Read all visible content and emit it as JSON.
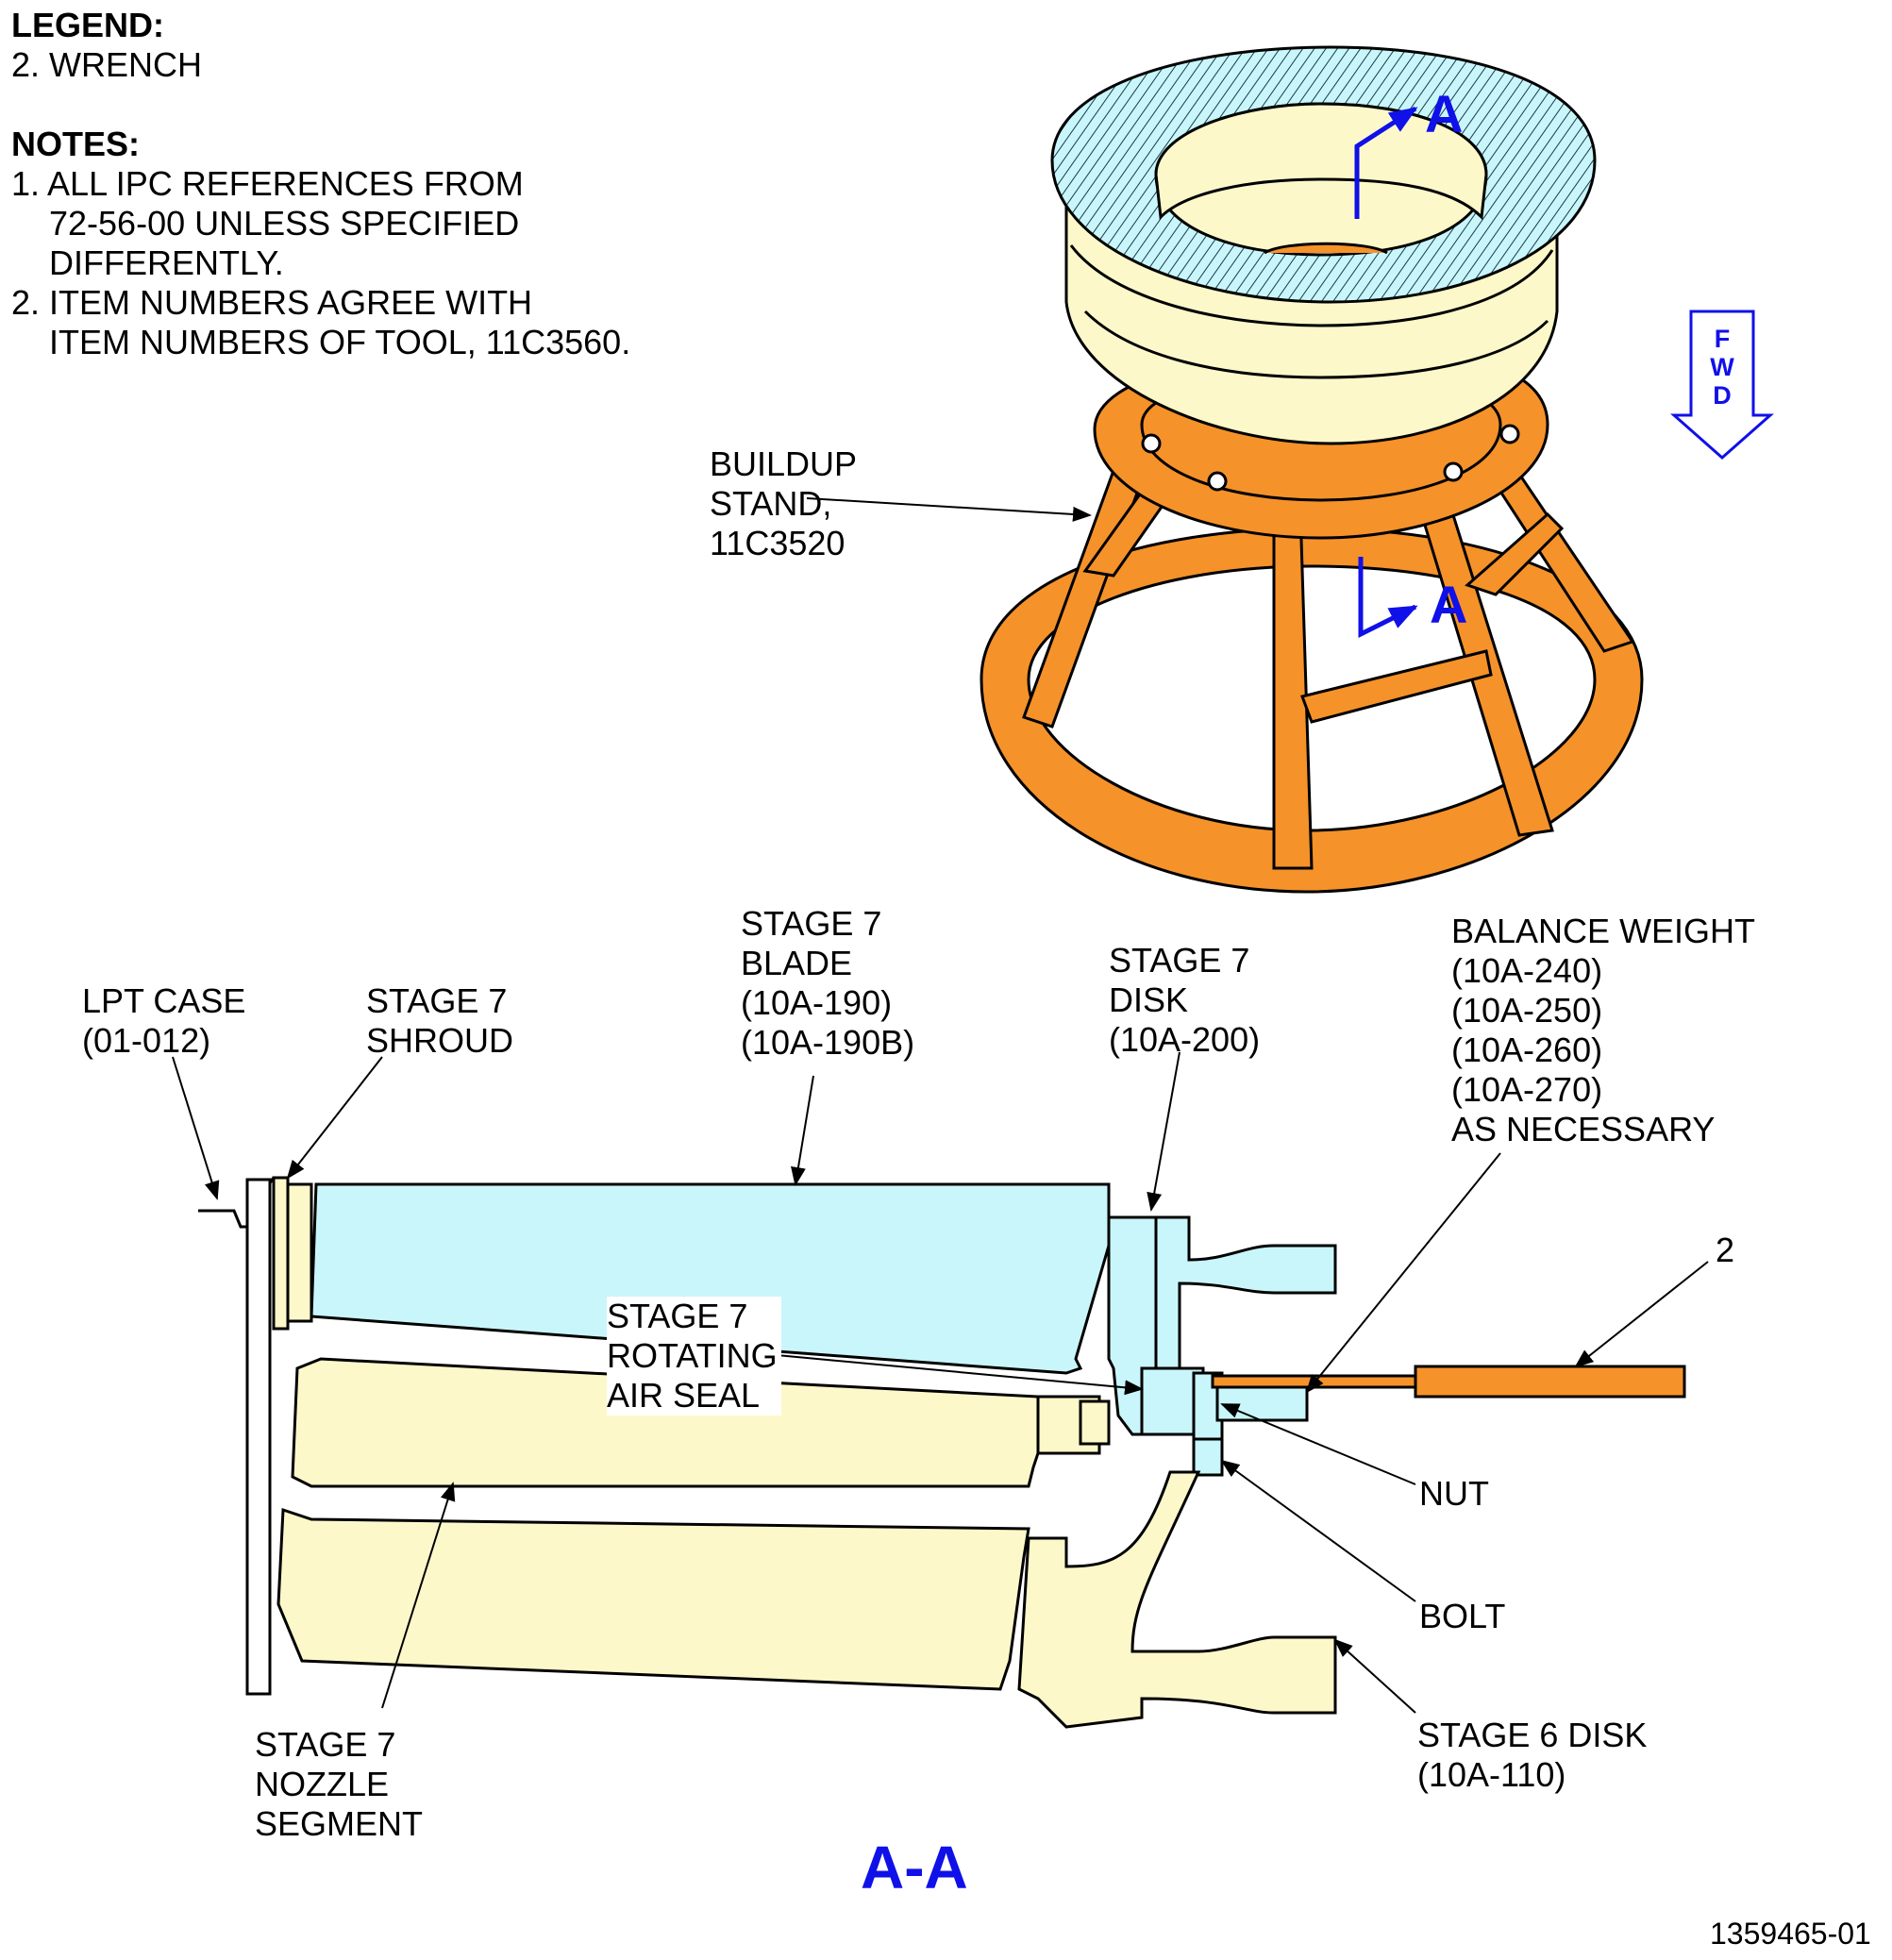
{
  "legend": {
    "title": "LEGEND:",
    "items": [
      "2. WRENCH"
    ]
  },
  "notes": {
    "title": "NOTES:",
    "items": [
      "1. ALL IPC REFERENCES FROM\n    72-56-00 UNLESS SPECIFIED\n    DIFFERENTLY.",
      "2. ITEM NUMBERS AGREE WITH\n    ITEM NUMBERS OF TOOL, 11C3560."
    ]
  },
  "fwd": {
    "l1": "F",
    "l2": "W",
    "l3": "D"
  },
  "section_marker": "A",
  "callouts": {
    "buildup_stand": "BUILDUP\nSTAND,\n11C3520",
    "lpt_case": "LPT CASE\n(01-012)",
    "shroud": "STAGE 7\nSHROUD",
    "blade": "STAGE 7\nBLADE\n(10A-190)\n(10A-190B)",
    "disk7": "STAGE 7\nDISK\n(10A-200)",
    "balance_weight": "BALANCE WEIGHT\n(10A-240)\n(10A-250)\n(10A-260)\n(10A-270)\nAS NECESSARY",
    "item2": "2",
    "air_seal": "STAGE 7\nROTATING\nAIR SEAL",
    "nut": "NUT",
    "bolt": "BOLT",
    "disk6": "STAGE 6 DISK\n(10A-110)",
    "nozzle": "STAGE 7\nNOZZLE\nSEGMENT"
  },
  "section_title": "A-A",
  "figure_number": "1359465-01",
  "colors": {
    "stand": "#f5922a",
    "blade": "#c9f6fa",
    "nozzle": "#fdf8c9",
    "section_arrow": "#1010e8",
    "outline": "#000000"
  }
}
